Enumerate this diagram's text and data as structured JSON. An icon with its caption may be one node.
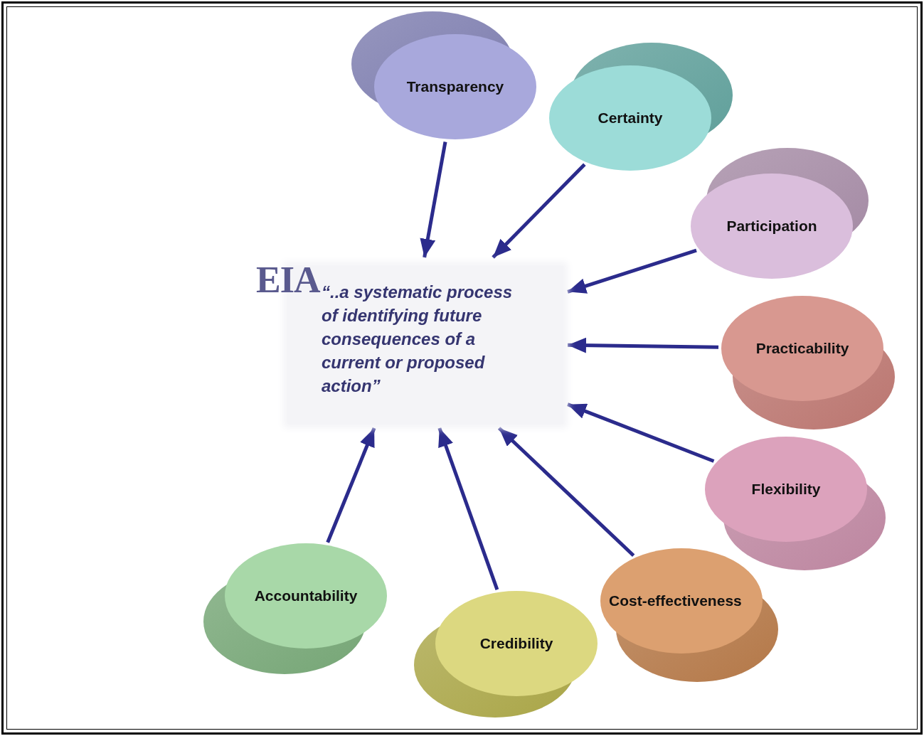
{
  "diagram": {
    "nodes": [
      {
        "text": [
          "EIA",
          "“..a systematic process of identifying future consequences of a current or proposed action”"
        ]
      },
      {
        "text": [
          "Transparency"
        ]
      },
      {
        "text": [
          "Certainty"
        ]
      },
      {
        "text": [
          "Participation"
        ]
      },
      {
        "text": [
          "Practicability"
        ]
      },
      {
        "text": [
          "Flexibility"
        ]
      },
      {
        "text": [
          "Cost-effectiveness"
        ]
      },
      {
        "text": [
          "Credibility"
        ]
      },
      {
        "text": [
          "Accountability"
        ]
      }
    ],
    "edges": [
      {
        "from": 1,
        "to": 0,
        "arrow": "to"
      },
      {
        "from": 2,
        "to": 0,
        "arrow": "to"
      },
      {
        "from": 3,
        "to": 0,
        "arrow": "to"
      },
      {
        "from": 4,
        "to": 0,
        "arrow": "to"
      },
      {
        "from": 5,
        "to": 0,
        "arrow": "to"
      },
      {
        "from": 6,
        "to": 0,
        "arrow": "to"
      },
      {
        "from": 7,
        "to": 0,
        "arrow": "to"
      },
      {
        "from": 8,
        "to": 0,
        "arrow": "to"
      }
    ]
  }
}
